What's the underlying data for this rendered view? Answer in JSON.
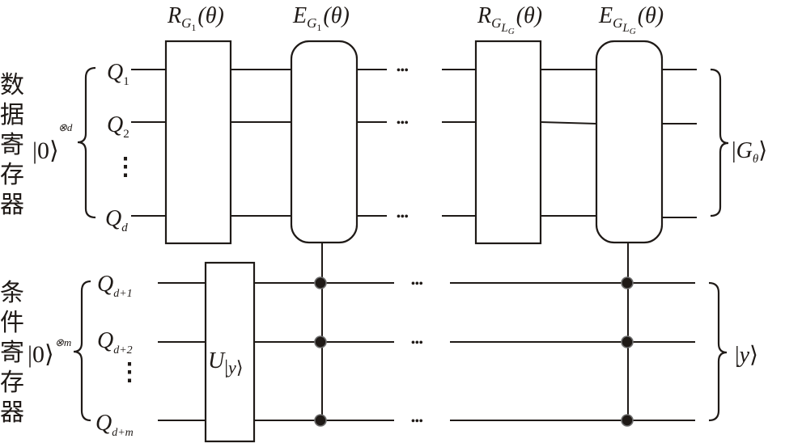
{
  "gates": {
    "r_g1": {
      "main": "R",
      "sub": "G",
      "subsub": "1",
      "arg": "(θ)"
    },
    "e_g1": {
      "main": "E",
      "sub": "G",
      "subsub": "1",
      "arg": "(θ)"
    },
    "r_glg": {
      "main": "R",
      "sub": "G",
      "subsub": "L",
      "subsubsub": "G",
      "arg": "(θ)"
    },
    "e_glg": {
      "main": "E",
      "sub": "G",
      "subsub": "L",
      "subsubsub": "G",
      "arg": "(θ)"
    },
    "u_y": {
      "main": "U",
      "ket_open": "|",
      "var": "y",
      "ket_close": "⟩"
    }
  },
  "registers": {
    "data": {
      "label_chars": [
        "数",
        "据",
        "寄",
        "存",
        "器"
      ],
      "state": "|0⟩",
      "power": "⊗d",
      "qubits": [
        {
          "q": "Q",
          "sub": "1"
        },
        {
          "q": "Q",
          "sub": "2"
        },
        {
          "q": "Q",
          "sub": "d"
        }
      ],
      "vdots": "⋮",
      "output": {
        "open": "|",
        "main": "G",
        "sub": "θ",
        "close": "⟩"
      }
    },
    "condition": {
      "label_chars": [
        "条",
        "件",
        "寄",
        "存",
        "器"
      ],
      "state": "|0⟩",
      "power": "⊗m",
      "qubits": [
        {
          "q": "Q",
          "sub": "d+1"
        },
        {
          "q": "Q",
          "sub": "d+2"
        },
        {
          "q": "Q",
          "sub": "d+m"
        }
      ],
      "vdots": "⋮",
      "output": {
        "open": "|",
        "main": "y",
        "close": "⟩"
      }
    }
  },
  "ellipsis": "•••"
}
